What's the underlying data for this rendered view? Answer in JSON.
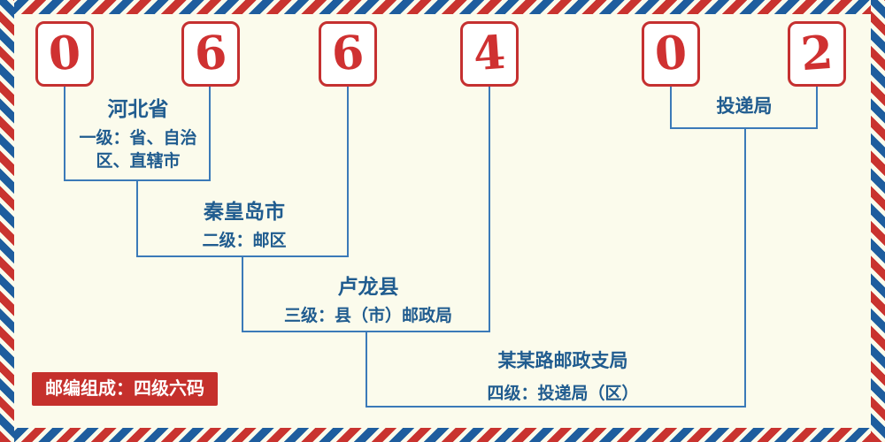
{
  "postal_code": {
    "value": "066402",
    "digits": [
      "0",
      "6",
      "6",
      "4",
      "0",
      "2"
    ]
  },
  "levels": [
    {
      "name": "河北省",
      "desc": "一级：省、自治区、直辖市"
    },
    {
      "name": "秦皇岛市",
      "desc": "二级：邮区"
    },
    {
      "name": "卢龙县",
      "desc": "三级：县（市）邮政局"
    },
    {
      "name": "某某路邮政支局",
      "desc": "四级：投递局（区）"
    },
    {
      "name": "投递局",
      "desc": ""
    }
  ],
  "badge": {
    "text": "邮编组成：四级六码"
  },
  "colors": {
    "digit_red": "#cf3131",
    "box_border_red": "#c53030",
    "label_blue": "#205c8f",
    "line_blue": "#3b7ab8",
    "badge_bg": "#c5302c",
    "background": "#fbfbec"
  }
}
